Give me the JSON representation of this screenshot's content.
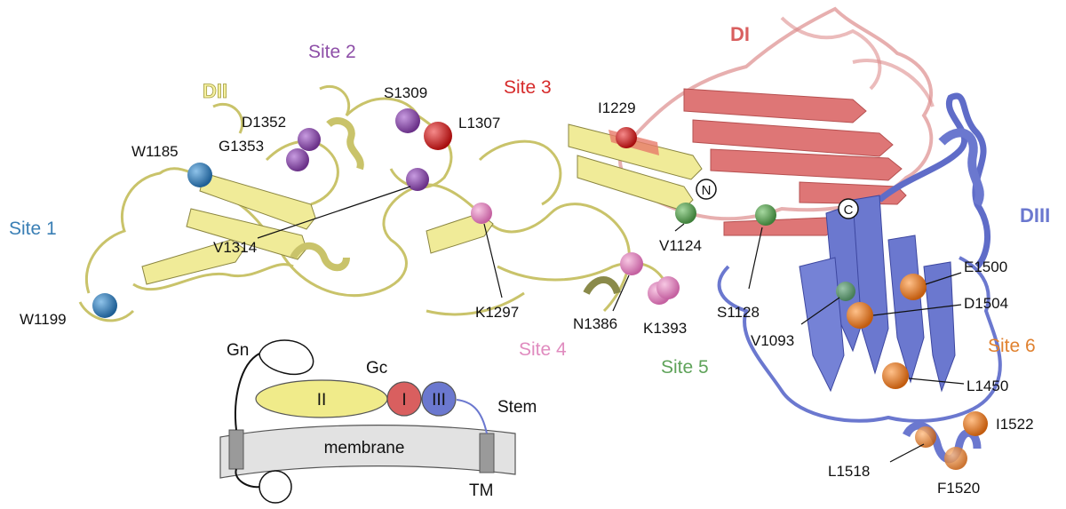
{
  "colors": {
    "DI": "#d95f5f",
    "DII": "#e6e08a",
    "DIII": "#6b78cf",
    "site1": "#3a7fb5",
    "site2": "#8e4fa8",
    "site3": "#d62b2b",
    "site4": "#e08bbf",
    "site5": "#5fa35a",
    "site6": "#e0812f"
  },
  "domains": {
    "DI": "DI",
    "DII": "DII",
    "DIII": "DIII"
  },
  "sites": {
    "s1": "Site 1",
    "s2": "Site 2",
    "s3": "Site 3",
    "s4": "Site 4",
    "s5": "Site 5",
    "s6": "Site 6"
  },
  "residues": {
    "W1185": "W1185",
    "W1199": "W1199",
    "D1352": "D1352",
    "G1353": "G1353",
    "S1309": "S1309",
    "L1307": "L1307",
    "V1314": "V1314",
    "I1229": "I1229",
    "K1297": "K1297",
    "N1386": "N1386",
    "K1393": "K1393",
    "V1124": "V1124",
    "S1128": "S1128",
    "V1093": "V1093",
    "E1500": "E1500",
    "D1504": "D1504",
    "L1450": "L1450",
    "I1522": "I1522",
    "L1518": "L1518",
    "F1520": "F1520"
  },
  "termini": {
    "N": "N",
    "C": "C"
  },
  "schematic": {
    "gn": "Gn",
    "gc": "Gc",
    "dII": "II",
    "dI": "I",
    "dIII": "III",
    "stem": "Stem",
    "membrane": "membrane",
    "tm": "TM"
  }
}
